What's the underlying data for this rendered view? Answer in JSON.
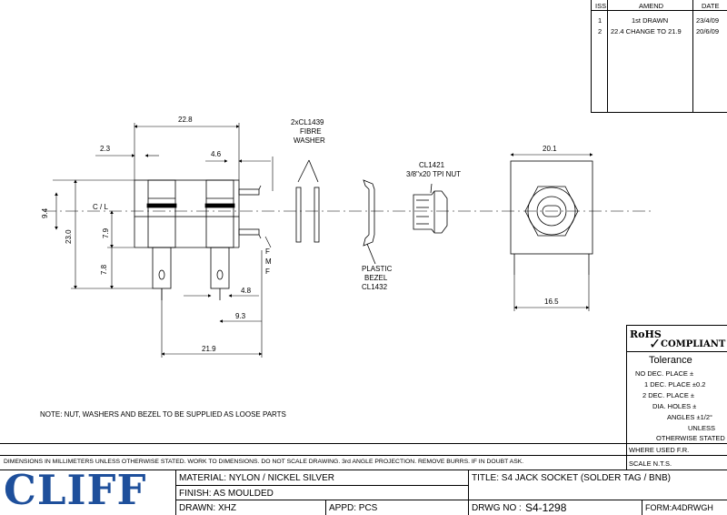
{
  "revisions": {
    "headers": {
      "iss": "ISS",
      "amend": "AMEND",
      "date": "DATE"
    },
    "rows": [
      {
        "iss": "1",
        "amend": "1st DRAWN",
        "date": "23/4/09"
      },
      {
        "iss": "2",
        "amend": "22.4 CHANGE TO 21.9",
        "date": "20/6/09"
      }
    ]
  },
  "drawing": {
    "dims": {
      "d22_8": "22.8",
      "d2_3": "2.3",
      "d4_6": "4.6",
      "d9_4": "9.4",
      "d23_0": "23.0",
      "d7_9": "7.9",
      "d7_8": "7.8",
      "d4_8": "4.8",
      "d9_3": "9.3",
      "d21_9": "21.9",
      "d20_1": "20.1",
      "d16_5": "16.5"
    },
    "centerline": "C / L",
    "contacts": [
      "F",
      "M",
      "F"
    ],
    "washer_label": [
      "2xCL1439",
      "FIBRE",
      "WASHER"
    ],
    "nut_label": [
      "CL1421",
      "3/8\"x20 TPI NUT"
    ],
    "bezel_label": [
      "PLASTIC",
      "BEZEL",
      "CL1432"
    ],
    "note": "NOTE: NUT, WASHERS AND BEZEL TO BE SUPPLIED AS LOOSE PARTS"
  },
  "rohs": {
    "line1": "RoHS",
    "line2": "COMPLIANT"
  },
  "tolerance": {
    "title": "Tolerance",
    "lines": [
      "NO DEC. PLACE ±",
      "1 DEC. PLACE ±0.2",
      "2 DEC. PLACE ±",
      "DIA. HOLES ±",
      "ANGLES ±1/2°",
      "UNLESS",
      "OTHERWISE STATED"
    ],
    "where_used": "WHERE USED F.R."
  },
  "title_block": {
    "disclaimer": "DIMENSIONS IN MILLIMETERS UNLESS OTHERWISE STATED. WORK TO DIMENSIONS. DO NOT SCALE DRAWING. 3rd ANGLE PROJECTION. REMOVE BURRS. IF IN DOUBT ASK.",
    "scale": "SCALE N.T.S.",
    "logo": "CLIFF",
    "material": "MATERIAL:  NYLON / NICKEL SILVER",
    "finish": "FINISH:  AS MOULDED",
    "drawn": "DRAWN:  XHZ",
    "appd": "APPD:  PCS",
    "title": "TITLE: S4 JACK SOCKET (SOLDER TAG / BNB)",
    "drwg_label": "DRWG  NO :",
    "drwg_no": "S4-1298",
    "form": "FORM:A4DRWGH"
  }
}
